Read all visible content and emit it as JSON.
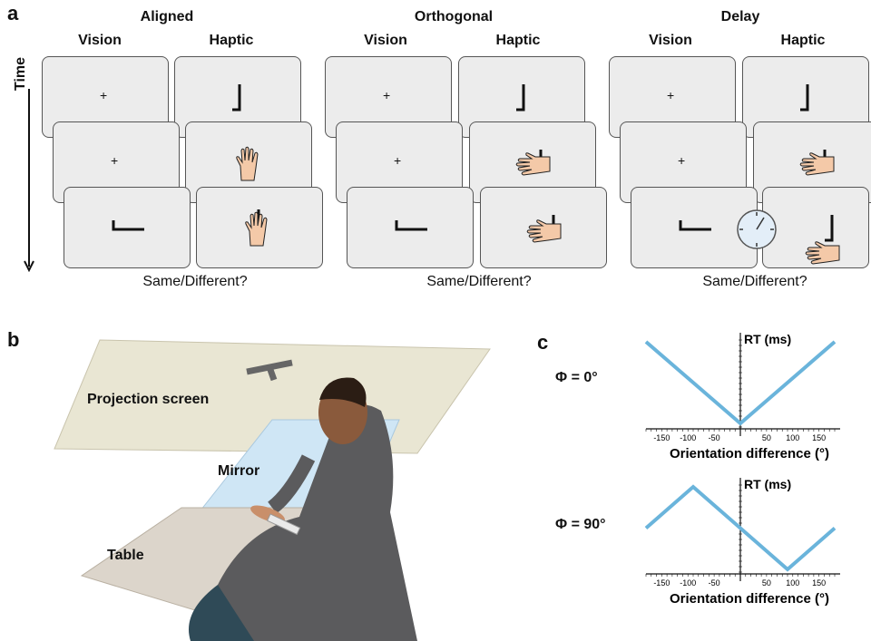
{
  "panel_a": {
    "letter": "a",
    "time_label": "Time",
    "conditions": [
      {
        "title": "Aligned",
        "vision": "Vision",
        "haptic": "Haptic",
        "question": "Same/Different?"
      },
      {
        "title": "Orthogonal",
        "vision": "Vision",
        "haptic": "Haptic",
        "question": "Same/Different?"
      },
      {
        "title": "Delay",
        "vision": "Vision",
        "haptic": "Haptic",
        "question": "Same/Different?"
      }
    ],
    "fixation": "+"
  },
  "panel_b": {
    "letter": "b",
    "labels": {
      "projection": "Projection screen",
      "mirror": "Mirror",
      "table": "Table"
    },
    "colors": {
      "projection": "#e9e6d3",
      "mirror": "#cfe6f5",
      "table": "#dcd5cb",
      "skin": "#f4c9a8",
      "shirt": "#5b5b5d"
    }
  },
  "panel_c": {
    "letter": "c",
    "phi_labels": [
      "Φ = 0°",
      "Φ = 90°"
    ],
    "rt_label": "RT (ms)",
    "xlabel": "Orientation difference (°)",
    "ticks": [
      "-150",
      "-100",
      "-50",
      "50",
      "100",
      "150"
    ],
    "line_color": "#6ab4db"
  },
  "chart_data": [
    {
      "type": "line",
      "name": "Φ = 0°",
      "x": [
        -180,
        0,
        180
      ],
      "y": [
        1,
        0,
        1
      ],
      "ylabel": "RT (ms)",
      "xlabel": "Orientation difference (°)",
      "xlim": [
        -180,
        180
      ]
    },
    {
      "type": "line",
      "name": "Φ = 90°",
      "x": [
        -180,
        -90,
        90,
        180
      ],
      "y": [
        0.5,
        1,
        0,
        0.5
      ],
      "ylabel": "RT (ms)",
      "xlabel": "Orientation difference (°)",
      "xlim": [
        -180,
        180
      ]
    }
  ]
}
